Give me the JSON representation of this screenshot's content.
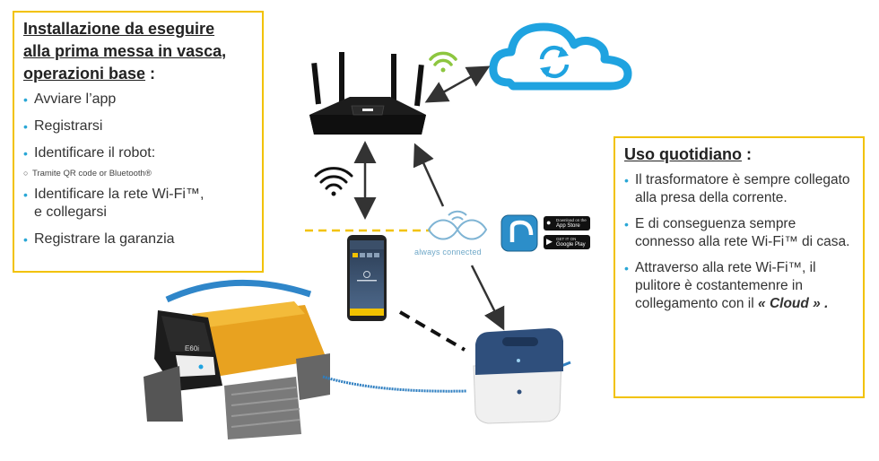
{
  "left_panel": {
    "title_line1": "Installazione da eseguire",
    "title_line2": "alla prima messa in vasca,",
    "title_line3": "operazioni base",
    "title_suffix": " :",
    "items": [
      {
        "label": "Avviare l’app"
      },
      {
        "label": "Registrarsi"
      },
      {
        "label": "Identificare il robot:"
      },
      {
        "label": "Tramite QR code or Bluetooth®"
      },
      {
        "label": "Identificare la rete Wi-Fi™,"
      },
      {
        "label": "e collegarsi"
      },
      {
        "label": "Registrare la garanzia"
      }
    ]
  },
  "right_panel": {
    "title": "Uso quotidiano",
    "title_suffix": " :",
    "items": [
      {
        "label": "Il trasformatore è sempre collegato alla presa della corrente."
      },
      {
        "label": "E di conseguenza sempre connesso alla rete Wi-Fi™ di casa."
      },
      {
        "label_pre": "Attraverso alla rete Wi-Fi™, il pulitore è costantemenre in collegamento con il",
        "label_cloud": "« Cloud »",
        "label_post": " ."
      }
    ]
  },
  "logos": {
    "always_connected": "always connected",
    "robot_model": "E60i",
    "app_store": {
      "top": "Download on the",
      "bottom": "App Store"
    },
    "google_play": {
      "top": "GET IT ON",
      "bottom": "Google Play"
    }
  },
  "colors": {
    "panel_border": "#f2c200",
    "bullet": "#2aa7d6",
    "cloud": "#1fa3e0",
    "wifi_green": "#8dc63f",
    "cable": "#2f7fc1"
  },
  "icons": [
    "router-icon",
    "cloud-sync-icon",
    "wifi-icon",
    "smartphone-icon",
    "robot-cleaner-icon",
    "power-supply-icon",
    "app-icon"
  ]
}
